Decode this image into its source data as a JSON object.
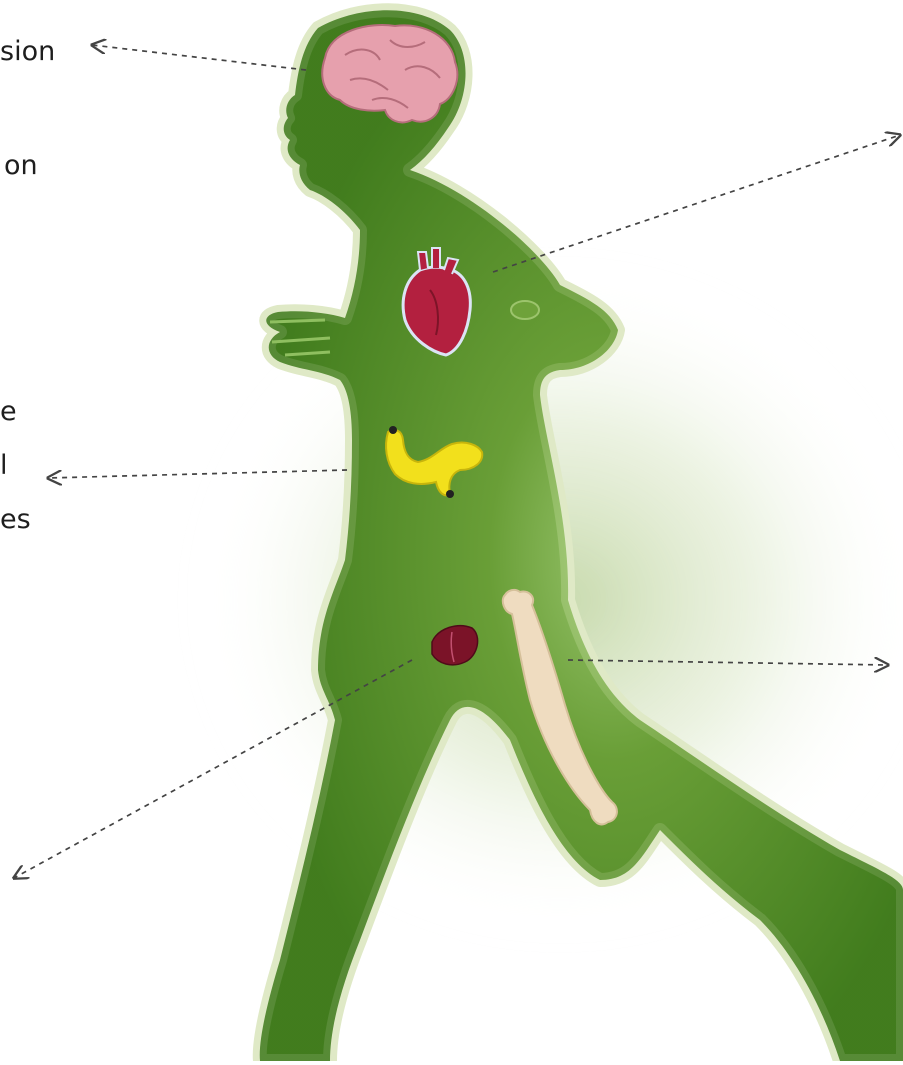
{
  "colors": {
    "body_fill": "#4f8a25",
    "body_highlight": "#7cb342",
    "body_outline": "#dfe9c6",
    "glow": "#b7cf95",
    "brain": "#e6a0ad",
    "heart": "#b3203f",
    "pancreas": "#f2e01c",
    "kidney": "#7b1328",
    "bone": "#efdcc0",
    "arrow": "#444444",
    "text": "#1e1e1e"
  },
  "labels": {
    "brain_partial": "sion",
    "line2_partial": "on",
    "line3_partial": "e",
    "line4_partial": "l",
    "line5_partial": "es"
  },
  "icons": [
    "brain-icon",
    "heart-icon",
    "pancreas-icon",
    "kidney-icon",
    "bone-icon",
    "arrow-icon"
  ]
}
